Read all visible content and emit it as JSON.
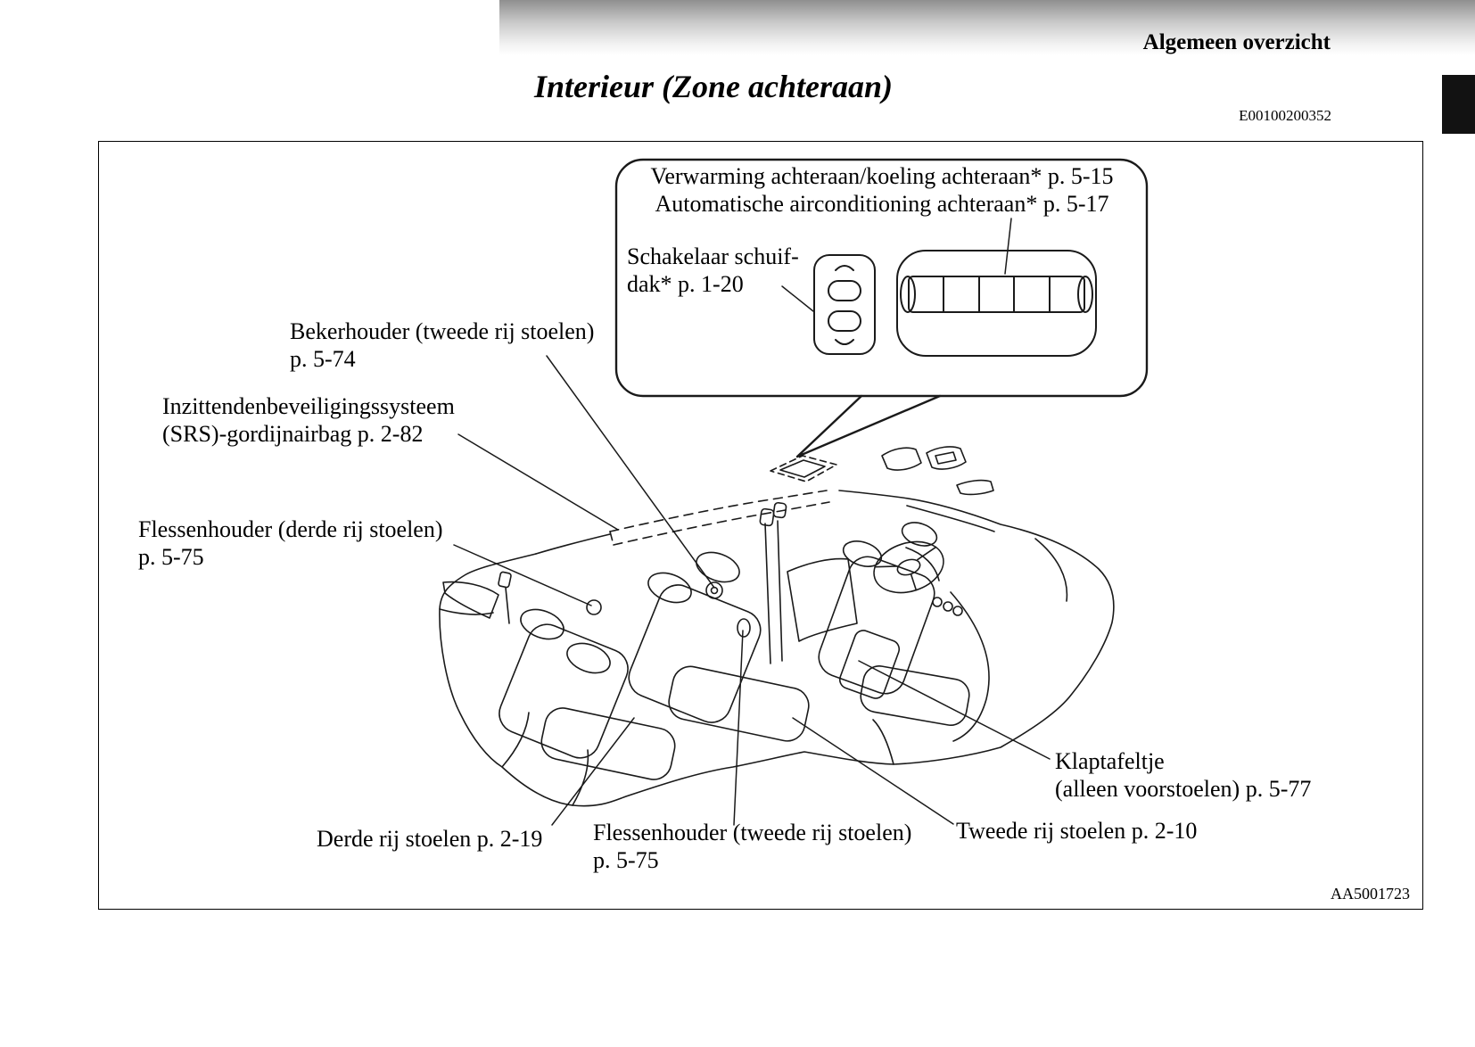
{
  "page": {
    "header_label": "Algemeen overzicht",
    "title": "Interieur (Zone achteraan)",
    "code": "E00100200352",
    "figure_code": "AA5001723"
  },
  "callout": {
    "line1": "Verwarming achteraan/koeling achteraan* p. 5-15",
    "line2": "Automatische airconditioning achteraan* p. 5-17",
    "sunroof_line1": "Schakelaar schuif-",
    "sunroof_line2": "dak* p. 1-20"
  },
  "labels": {
    "bekerhouder": {
      "line1": "Bekerhouder (tweede rij stoelen)",
      "line2": "p. 5-74"
    },
    "srs": {
      "line1": "Inzittendenbeveiligingssysteem",
      "line2": "(SRS)-gordijnairbag p. 2-82"
    },
    "flessenhouder_derde": {
      "line1": "Flessenhouder (derde rij stoelen)",
      "line2": "p. 5-75"
    },
    "derde_rij": {
      "line1": "Derde rij stoelen p. 2-19"
    },
    "flessenhouder_tweede": {
      "line1": "Flessenhouder (tweede rij stoelen)",
      "line2": "p. 5-75"
    },
    "tweede_rij": {
      "line1": "Tweede rij stoelen p. 2-10"
    },
    "klaptafeltje": {
      "line1": "Klaptafeltje",
      "line2": "(alleen voorstoelen) p. 5-77"
    }
  }
}
